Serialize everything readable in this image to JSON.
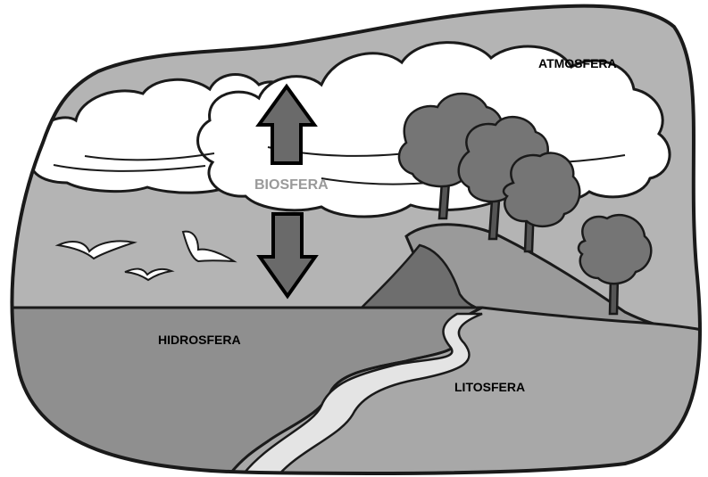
{
  "labels": {
    "atmosfera": "ATMOSFERA",
    "biosfera": "BIOSFERA",
    "hidrosfera": "HIDROSFERA",
    "litosfera": "LITOSFERA"
  },
  "colors": {
    "sky": "#b4b4b4",
    "water": "#8f8f8f",
    "land": "#a8a8a8",
    "hill": "#9a9a9a",
    "cliff": "#6e6e6e",
    "river": "#e4e4e4",
    "cloud": "#ffffff",
    "tree_foliage": "#757575",
    "tree_trunk": "#555555",
    "arrow": "#6a6a6a",
    "outline": "#1a1a1a"
  }
}
